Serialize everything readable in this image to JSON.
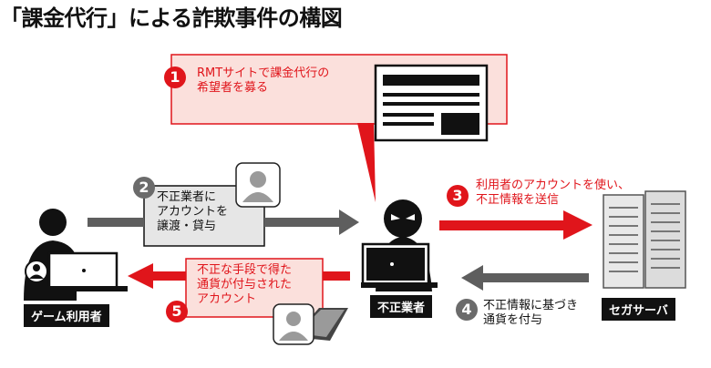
{
  "title": "「課金代行」による詐欺事件の構図",
  "actors": {
    "user": "ゲーム利用者",
    "fraudster": "不正業者",
    "server": "セガサーバ"
  },
  "steps": [
    {
      "num": "1",
      "line1": "RMTサイトで課金代行の",
      "line2": "希望者を募る"
    },
    {
      "num": "2",
      "line1": "不正業者に",
      "line2": "アカウントを",
      "line3": "譲渡・貸与"
    },
    {
      "num": "3",
      "line1": "利用者のアカウントを使い、",
      "line2": "不正情報を送信"
    },
    {
      "num": "4",
      "line1": "不正情報に基づき",
      "line2": "通貨を付与"
    },
    {
      "num": "5",
      "line1": "不正な手段で得た",
      "line2": "通貨が付与された",
      "line3": "アカウント"
    }
  ],
  "colors": {
    "accent_red": "#e0151b",
    "pink_bg": "#fbe0dc",
    "gray_box": "#e6e6e6",
    "gray_arrow": "#5e5e5e",
    "step_gray": "#6b6b6b"
  }
}
